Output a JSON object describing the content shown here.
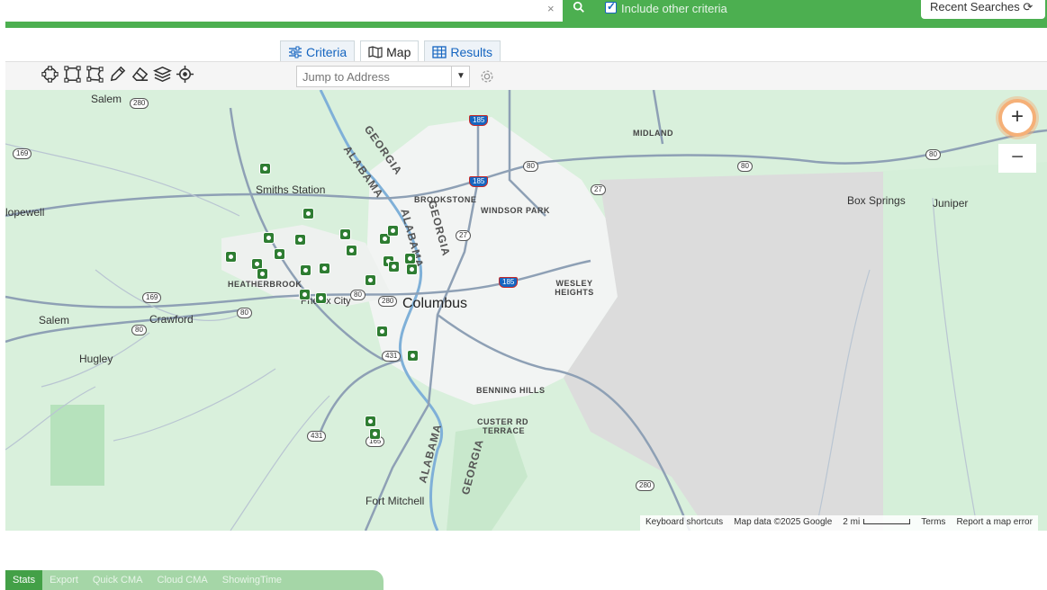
{
  "topbar": {
    "clear_glyph": "×",
    "criteria_label": "Include other criteria",
    "recent_label": "Recent Searches",
    "recent_glyph": "⟳"
  },
  "tabs": [
    {
      "label": "Criteria",
      "icon": "sliders-icon"
    },
    {
      "label": "Map",
      "icon": "map-icon"
    },
    {
      "label": "Results",
      "icon": "table-icon"
    }
  ],
  "toolbar": {
    "address_placeholder": "Jump to Address",
    "tools": [
      "draw-circle-icon",
      "draw-rectangle-icon",
      "draw-polygon-icon",
      "pencil-icon",
      "eraser-icon",
      "layers-icon",
      "locate-icon"
    ]
  },
  "map": {
    "places": {
      "salem_n": "Salem",
      "smiths_station": "Smiths Station",
      "hopewell": "lopewell",
      "heatherbrook": "HEATHERBROOK",
      "phenix": "Phenix City",
      "salem_s": "Salem",
      "crawford": "Crawford",
      "hugley": "Hugley",
      "columbus": "Columbus",
      "midland": "MIDLAND",
      "brookstone": "BROOKSTONE",
      "windsor_park": "WINDSOR PARK",
      "wesley_heights": "WESLEY HEIGHTS",
      "benning_hills": "BENNING HILLS",
      "custer_rd": "CUSTER RD",
      "terrace": "TERRACE",
      "box_springs": "Box Springs",
      "juniper": "Juniper",
      "fort_mitchell": "Fort Mitchell"
    },
    "states": {
      "georgia_1": "GEORGIA",
      "alabama_1": "ALABAMA",
      "alabama_2": "ALABAMA",
      "georgia_2": "GEORGIA",
      "alabama_3": "ALABAMA",
      "georgia_3": "GEORGIA"
    },
    "shields": [
      "280",
      "185",
      "169",
      "80",
      "80",
      "27",
      "185",
      "80",
      "80",
      "27",
      "169",
      "80",
      "80",
      "280",
      "185",
      "431",
      "431",
      "165",
      "280"
    ],
    "zoom_in": "+",
    "zoom_out": "−",
    "footer": {
      "shortcuts": "Keyboard shortcuts",
      "data": "Map data ©2025 Google",
      "scale": "2 mi",
      "terms": "Terms",
      "report": "Report a map error"
    }
  },
  "actions": [
    "Stats",
    "Export",
    "Quick CMA",
    "Cloud CMA",
    "ShowingTime"
  ]
}
